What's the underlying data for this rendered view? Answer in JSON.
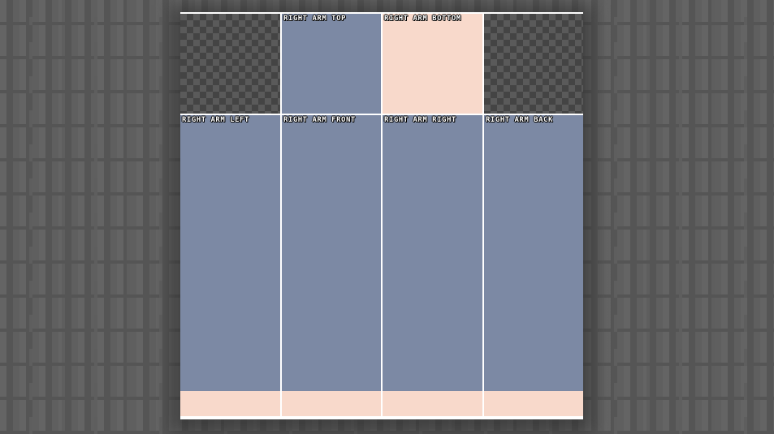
{
  "template": {
    "faces": [
      {
        "id": "top",
        "label": "RIGHT ARM TOP"
      },
      {
        "id": "bottom",
        "label": "RIGHT ARM BOTTOM"
      },
      {
        "id": "left",
        "label": "RIGHT ARM LEFT"
      },
      {
        "id": "front",
        "label": "RIGHT ARM FRONT"
      },
      {
        "id": "right",
        "label": "RIGHT ARM RIGHT"
      },
      {
        "id": "back",
        "label": "RIGHT ARM BACK"
      }
    ],
    "colors": {
      "sleeve": "#7c89a4",
      "skin": "#f8d9cb",
      "transparent_checker": "#5a5a5a",
      "grid_line": "#ffffff"
    }
  }
}
